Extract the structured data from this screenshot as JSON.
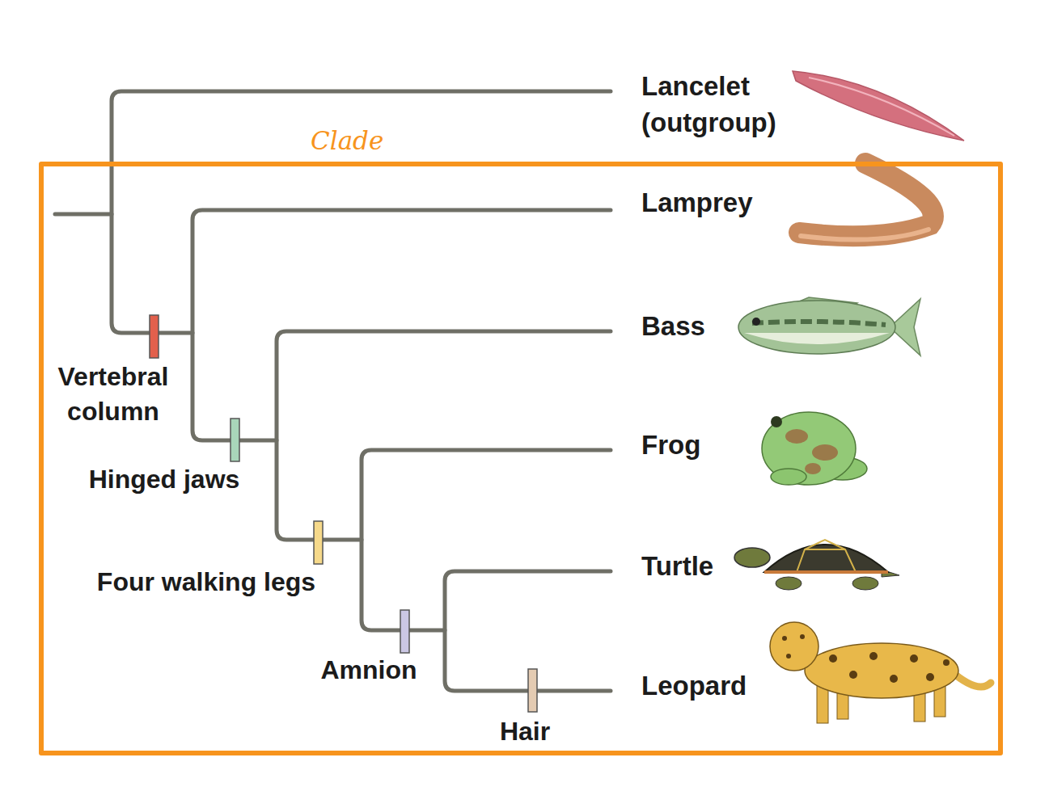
{
  "diagram": {
    "nodes": [
      {
        "text": [
          "Clade"
        ]
      }
    ],
    "labels": [
      "Lancelet (outgroup)",
      "Lamprey",
      "Bass",
      "Frog",
      "Turtle",
      "Leopard",
      "Vertebral column",
      "Hinged jaws",
      "Four walking legs",
      "Amnion",
      "Hair"
    ]
  }
}
